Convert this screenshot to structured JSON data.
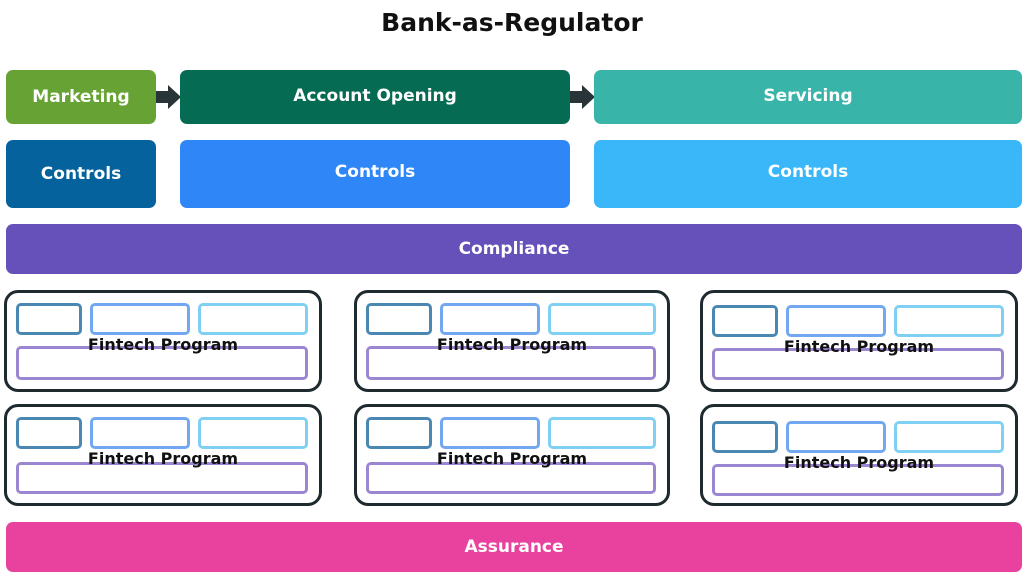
{
  "title": "Bank-as-Regulator",
  "stages": {
    "marketing": "Marketing",
    "account_opening": "Account Opening",
    "servicing": "Servicing"
  },
  "controls": [
    "Controls",
    "Controls",
    "Controls"
  ],
  "compliance": "Compliance",
  "assurance": "Assurance",
  "programs": [
    "Fintech Program",
    "Fintech Program",
    "Fintech Program",
    "Fintech Program",
    "Fintech Program",
    "Fintech Program"
  ],
  "colors": {
    "marketing": "#67a334",
    "account_opening": "#056b53",
    "servicing": "#38b4a8",
    "controls_1": "#06629c",
    "controls_2": "#2f86f6",
    "controls_3": "#39b7f8",
    "compliance": "#6650b9",
    "assurance": "#e8429e",
    "arrow": "#283437",
    "program_border": "#1e2a2e",
    "mini_1": "#4a87b3",
    "mini_2": "#72a8f2",
    "mini_3": "#80d0f3",
    "mini_4": "#9b86d2"
  }
}
